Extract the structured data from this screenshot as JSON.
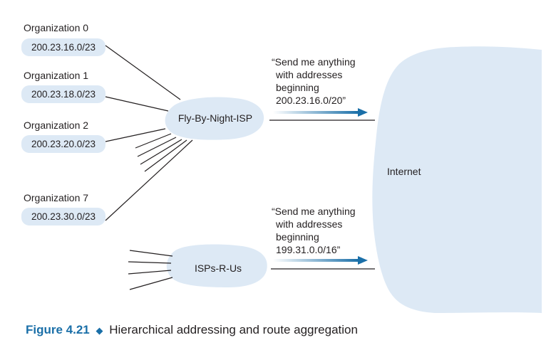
{
  "organizations": [
    {
      "name": "Organization 0",
      "prefix": "200.23.16.0/23"
    },
    {
      "name": "Organization 1",
      "prefix": "200.23.18.0/23"
    },
    {
      "name": "Organization 2",
      "prefix": "200.23.20.0/23"
    },
    {
      "name": "Organization 7",
      "prefix": "200.23.30.0/23"
    }
  ],
  "isps": {
    "fly_by_night": "Fly-By-Night-ISP",
    "isps_r_us": "ISPs-R-Us"
  },
  "internet": "Internet",
  "advert_top": [
    "“Send me anything",
    "with addresses",
    "beginning",
    "200.23.16.0/20”"
  ],
  "advert_bottom": [
    "“Send me anything",
    "with addresses",
    "beginning",
    "199.31.0.0/16”"
  ],
  "caption": {
    "figure": "Figure 4.21",
    "text": "Hierarchical addressing and route aggregation"
  },
  "colors": {
    "cloud": "#dde9f5",
    "accent": "#1a6fa8",
    "arrow": "#1a6fa8"
  }
}
